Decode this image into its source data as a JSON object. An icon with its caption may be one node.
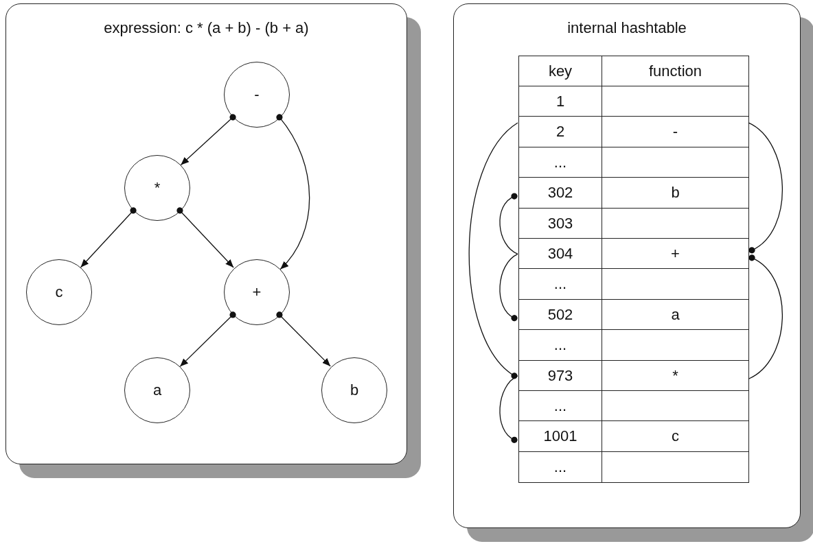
{
  "diagram": {
    "nodes": [
      {
        "text": [
          "expression: c * (a + b) - (b + a)"
        ]
      },
      {
        "text": [
          "-"
        ],
        "in": 0
      },
      {
        "text": [
          "*"
        ],
        "in": 0
      },
      {
        "text": [
          "c"
        ],
        "in": 0
      },
      {
        "text": [
          "+"
        ],
        "in": 0
      },
      {
        "text": [
          "a"
        ],
        "in": 0
      },
      {
        "text": [
          "b"
        ],
        "in": 0
      },
      {
        "text": [
          "internal hashtable"
        ]
      },
      {
        "text": [
          "key",
          "function"
        ],
        "in": 7
      },
      {
        "text": [
          "1"
        ],
        "in": 7
      },
      {
        "text": [
          "2",
          "-"
        ],
        "in": 7
      },
      {
        "text": [
          "..."
        ],
        "in": 7
      },
      {
        "text": [
          "302",
          "b"
        ],
        "in": 7
      },
      {
        "text": [
          "303"
        ],
        "in": 7
      },
      {
        "text": [
          "304",
          "+"
        ],
        "in": 7
      },
      {
        "text": [
          "..."
        ],
        "in": 7
      },
      {
        "text": [
          "502",
          "a"
        ],
        "in": 7
      },
      {
        "text": [
          "..."
        ],
        "in": 7
      },
      {
        "text": [
          "973",
          "*"
        ],
        "in": 7
      },
      {
        "text": [
          "..."
        ],
        "in": 7
      },
      {
        "text": [
          "1001",
          "c"
        ],
        "in": 7
      },
      {
        "text": [
          "..."
        ],
        "in": 7
      }
    ],
    "edges": [
      {
        "from": 1,
        "to": 2,
        "arrow": "to"
      },
      {
        "from": 1,
        "to": 4,
        "arrow": "to"
      },
      {
        "from": 2,
        "to": 3,
        "arrow": "to"
      },
      {
        "from": 2,
        "to": 4,
        "arrow": "to"
      },
      {
        "from": 4,
        "to": 5,
        "arrow": "to"
      },
      {
        "from": 4,
        "to": 6,
        "arrow": "to"
      },
      {
        "from": 10,
        "to": 18,
        "arrow": "other"
      },
      {
        "from": 10,
        "to": 14,
        "arrow": "other"
      },
      {
        "from": 14,
        "to": 12,
        "arrow": "other"
      },
      {
        "from": 14,
        "to": 16,
        "arrow": "other"
      },
      {
        "from": 18,
        "to": 20,
        "arrow": "other"
      },
      {
        "from": 18,
        "to": 14,
        "arrow": "other"
      }
    ]
  }
}
